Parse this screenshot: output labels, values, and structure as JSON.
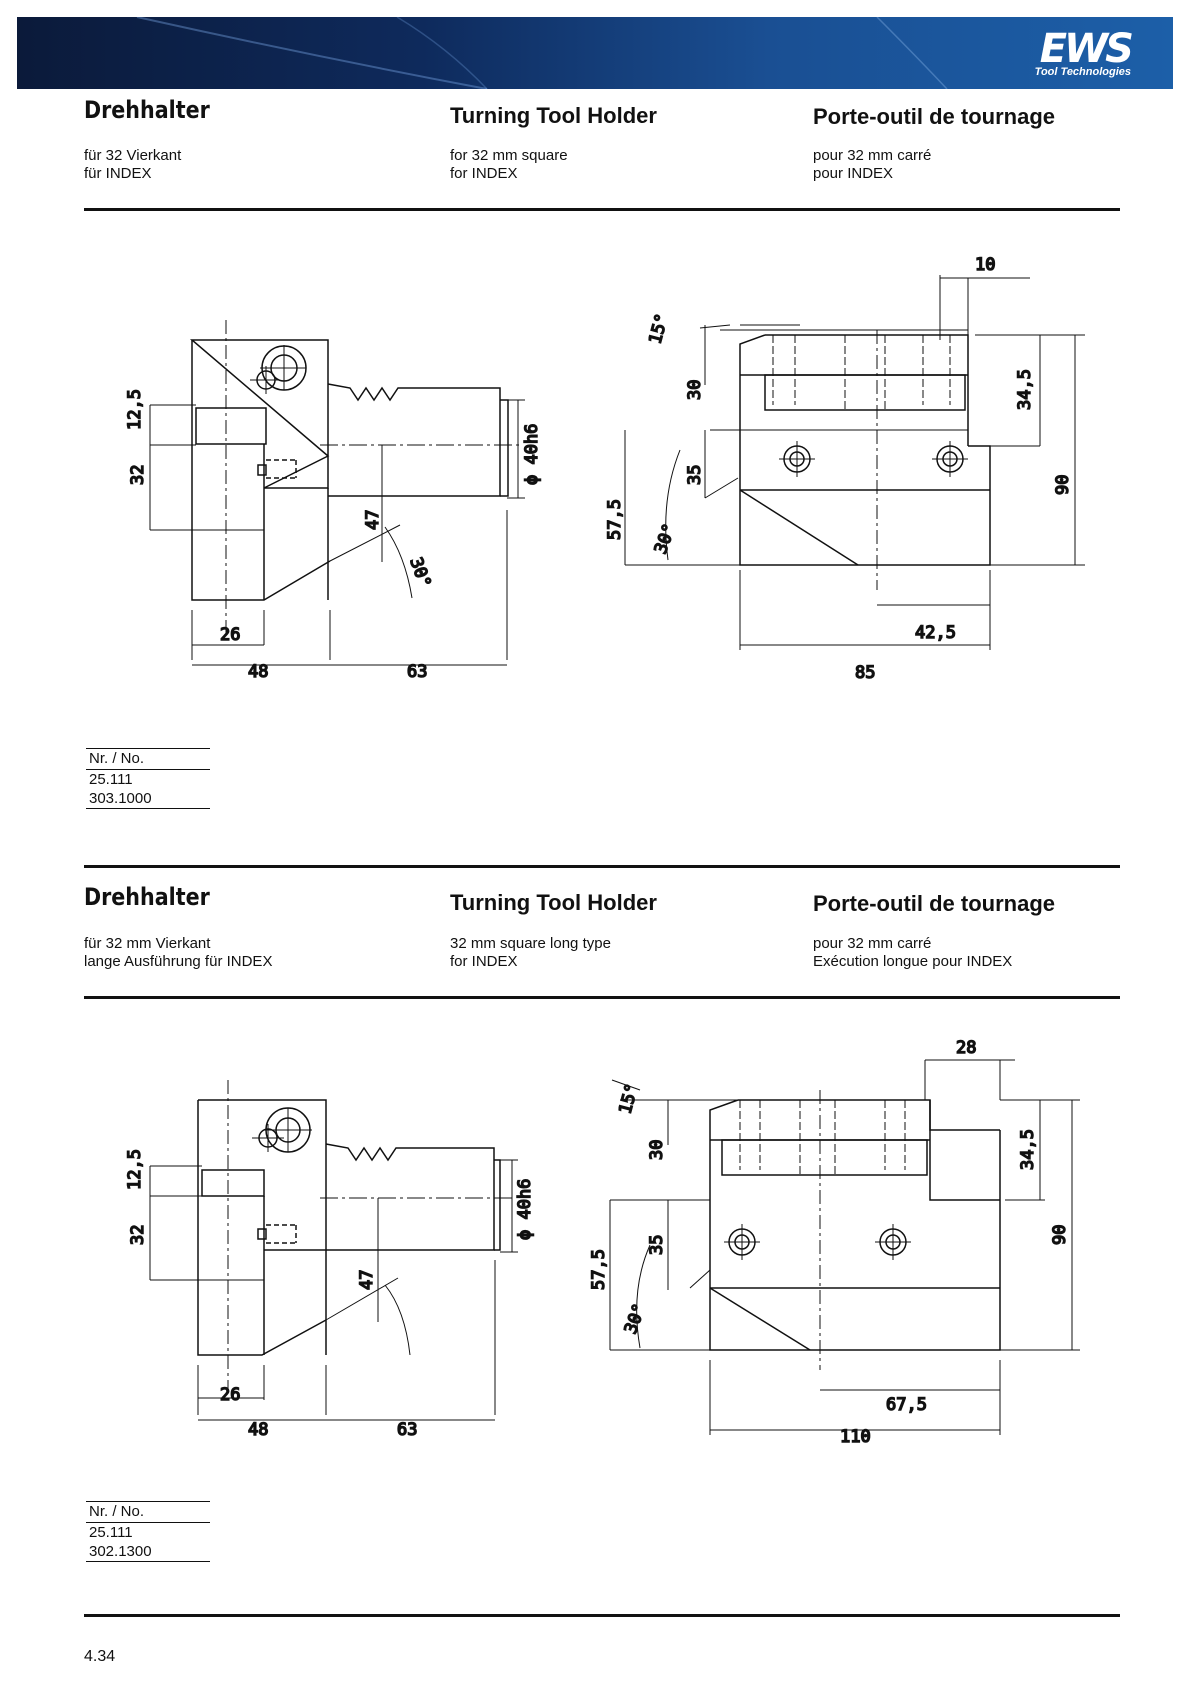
{
  "logo": {
    "mark": "EWS",
    "tagline": "Tool Technologies"
  },
  "section1": {
    "title_de": "Drehhalter",
    "title_en": "Turning Tool Holder",
    "title_fr": "Porte-outil de tournage",
    "sub_de": [
      "für 32 Vierkant",
      "für INDEX"
    ],
    "sub_en": [
      "for 32 mm square",
      "for INDEX"
    ],
    "sub_fr": [
      "pour 32 mm carré",
      "pour INDEX"
    ],
    "nr_label": "Nr. / No.",
    "nr_values": [
      "25.111",
      "303.1000"
    ],
    "dims_left": {
      "d12_5": "12,5",
      "d32": "32",
      "d47": "47",
      "d30deg": "30°",
      "d26": "26",
      "d48": "48",
      "d63": "63",
      "d40h6": "ϕ 40h6"
    },
    "dims_right": {
      "d10": "10",
      "d15deg": "15°",
      "d30": "30",
      "d34_5": "34,5",
      "d57_5": "57,5",
      "d35": "35",
      "d30deg": "30°",
      "d90": "90",
      "d42_5": "42,5",
      "d85": "85"
    }
  },
  "section2": {
    "title_de": "Drehhalter",
    "title_en": "Turning Tool Holder",
    "title_fr": "Porte-outil de tournage",
    "sub_de": [
      "für 32 mm Vierkant",
      "lange Ausführung für INDEX"
    ],
    "sub_en": [
      "32 mm square long type",
      "for INDEX"
    ],
    "sub_fr": [
      "pour 32 mm carré",
      "Exécution longue pour INDEX"
    ],
    "nr_label": "Nr. / No.",
    "nr_values": [
      "25.111",
      "302.1300"
    ],
    "dims_left": {
      "d12_5": "12,5",
      "d32": "32",
      "d47": "47",
      "d26": "26",
      "d48": "48",
      "d63": "63",
      "d40h6": "ϕ 40h6"
    },
    "dims_right": {
      "d28": "28",
      "d15deg": "15°",
      "d30": "30",
      "d34_5": "34,5",
      "d57_5": "57,5",
      "d35": "35",
      "d30deg": "30°",
      "d90": "90",
      "d67_5": "67,5",
      "d110": "110"
    }
  },
  "page_number": "4.34"
}
